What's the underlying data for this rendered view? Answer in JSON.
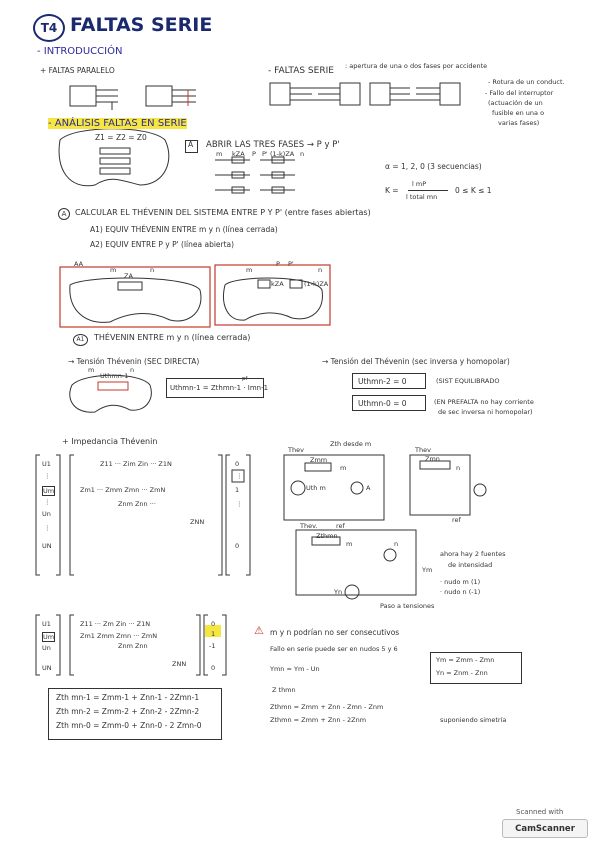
{
  "header": {
    "badge": "T4",
    "title": "FALTAS SERIE"
  },
  "intro": {
    "heading": "- INTRODUCCIÓN",
    "paralelo": "+ FALTAS PARALELO",
    "serie": "- FALTAS SERIE",
    "serie_def": ": apertura de una o dos fases por accidente",
    "causes": [
      "- Rotura de un conduct.",
      "- Fallo del interruptor",
      "(actuación de un",
      "fusible en una o",
      "varias fases)"
    ]
  },
  "analisis": {
    "heading": "- ANÁLISIS FALTAS EN SERIE",
    "eq_z": "Z1 = Z2 = Z0",
    "step_a": "A",
    "abrir": "ABRIR LAS TRES FASES → P y P'",
    "labels_top": [
      "m",
      "kZA",
      "P",
      "P'",
      "(1-k)ZA",
      "n"
    ],
    "alpha": "α = 1, 2, 0  (3 secuencias)",
    "k_eq": "K =",
    "k_num": "l mP",
    "k_den": "l total mn",
    "k_range": "0 ≤ K ≤ 1"
  },
  "thevenin": {
    "step": "A",
    "title": "CALCULAR EL THÉVENIN DEL SISTEMA ENTRE P Y P' (entre fases abiertas)",
    "a1": "A1) EQUIV THÉVENIN ENTRE m y n (línea cerrada)",
    "a2": "A2) EQUIV ENTRE P y P' (línea abierta)",
    "fig_labels": [
      "AA",
      "m",
      "ZA",
      "n",
      "m",
      "P",
      "P'",
      "n",
      "kZA",
      "(1-k)ZA"
    ]
  },
  "thev_mn": {
    "step": "A1",
    "title": "THÉVENIN ENTRE m y n (línea cerrada)",
    "tension_dir": "→ Tensión Thévenin (SEC DIRECTA)",
    "uthmn_eq": "Uthmn-1 = Zthmn-1 · ",
    "uthmn_sup": "pf",
    "uthmn_end": "Imn-1",
    "tension_inv": "→ Tensión del Thévenin (sec inversa y homopolar)",
    "inv_eq": "Uthmn-2 = 0",
    "inv_note": "(SIST EQUILIBRADO",
    "hom_eq": "Uthmn-0 = 0",
    "hom_note1": "(EN PREFALTA no hay corriente",
    "hom_note2": "de sec inversa ni homopolar)",
    "fig_labels": [
      "m",
      "Uthmn-1",
      "n"
    ]
  },
  "impedancia": {
    "heading": "+ Impedancia Thévenin",
    "vec_u": [
      "U1",
      "⋮",
      "Um",
      "⋮",
      "Un",
      "⋮",
      "UN"
    ],
    "matrix_rows": [
      "Z11 ··· Zim  Zin ··· Z1N",
      "Zm1 ··· Zmm  Zmn ··· ZmN",
      "Znm  Znn ···",
      "ZNN"
    ],
    "vec_i": [
      "0",
      "⋮",
      "1",
      "⋮",
      "0"
    ],
    "circuit_top_labels": [
      "Zth desde m",
      "Thev",
      "Zmm",
      "m",
      "Uth m",
      "A",
      "ref",
      "Thev",
      "Zmn",
      "n",
      "ref"
    ],
    "circuit2_labels": [
      "Thev.",
      "Zthmn",
      "m",
      "n",
      "Ym",
      "Yn",
      "ahora hay 2 fuentes",
      "de intensidad",
      "· nudo m (1)",
      "· nudo n (-1)",
      "Paso a tensiones"
    ],
    "vec_u2": [
      "U1",
      "Um",
      "Un",
      "UN"
    ],
    "matrix2_rows": [
      "Z11 ··· Zm  Zin ··· Z1N",
      "Zm1  Zmm  Zmn ··· ZmN",
      "Znm  Znn",
      "ZNN"
    ],
    "vec_i2": [
      "0",
      "1",
      "-1",
      "0"
    ]
  },
  "warning": {
    "icon": "⚠",
    "text": "m y n podrían no ser consecutivos",
    "fallo": "Fallo en serie puede ser en nudos 5 y 6",
    "eq1": "Ymn = Ym - Un",
    "eq2": "Z thmn",
    "eq3": "Zthmn = Zmm + Znn - Zmn - Znm",
    "eq4": "Zthmn = Zmm + Znn - 2Znm",
    "eq4_note": "suponiendo simetría",
    "box1": "Ym = Zmm - Zmn",
    "box2": "Yn = Znm - Znn"
  },
  "summary": [
    "Zth mn-1 = Zmm-1 + Znn-1 - 2Zmn-1",
    "Zth mn-2 = Zmm-2 + Znn-2 - 2Zmn-2",
    "Zth mn-0 = Zmm-0 + Znn-0 - 2 Zmn-0"
  ],
  "scanner": {
    "scanned": "Scanned with",
    "app": "CamScanner"
  }
}
